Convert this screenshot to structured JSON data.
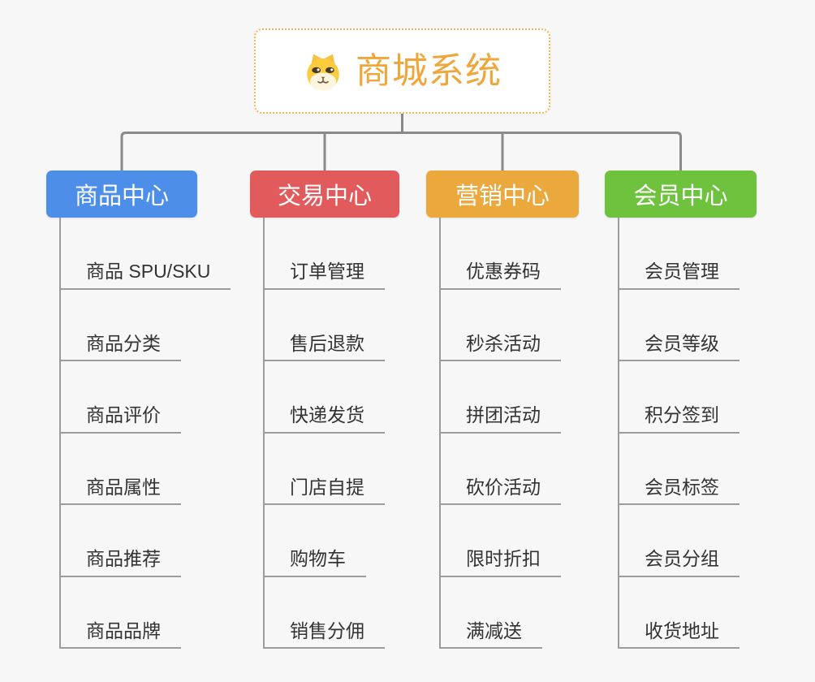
{
  "root": {
    "title": "商城系统",
    "icon": "dog-face-icon",
    "title_color": "#EFA73C",
    "border_color": "#F2B55A"
  },
  "palette": {
    "background": "#F7F7F7",
    "connector_top": "#8A8A8A",
    "connector_child": "#9C9C9C",
    "child_text": "#333333"
  },
  "branches": [
    {
      "id": "product-center",
      "label": "商品中心",
      "color": "#4D8FE8",
      "children": [
        "商品 SPU/SKU",
        "商品分类",
        "商品评价",
        "商品属性",
        "商品推荐",
        "商品品牌"
      ]
    },
    {
      "id": "trade-center",
      "label": "交易中心",
      "color": "#E25B5C",
      "children": [
        "订单管理",
        "售后退款",
        "快递发货",
        "门店自提",
        "购物车",
        "销售分佣"
      ]
    },
    {
      "id": "marketing-center",
      "label": "营销中心",
      "color": "#EBA83C",
      "children": [
        "优惠券码",
        "秒杀活动",
        "拼团活动",
        "砍价活动",
        "限时折扣",
        "满减送"
      ]
    },
    {
      "id": "member-center",
      "label": "会员中心",
      "color": "#6FC23D",
      "children": [
        "会员管理",
        "会员等级",
        "积分签到",
        "会员标签",
        "会员分组",
        "收货地址"
      ]
    }
  ]
}
